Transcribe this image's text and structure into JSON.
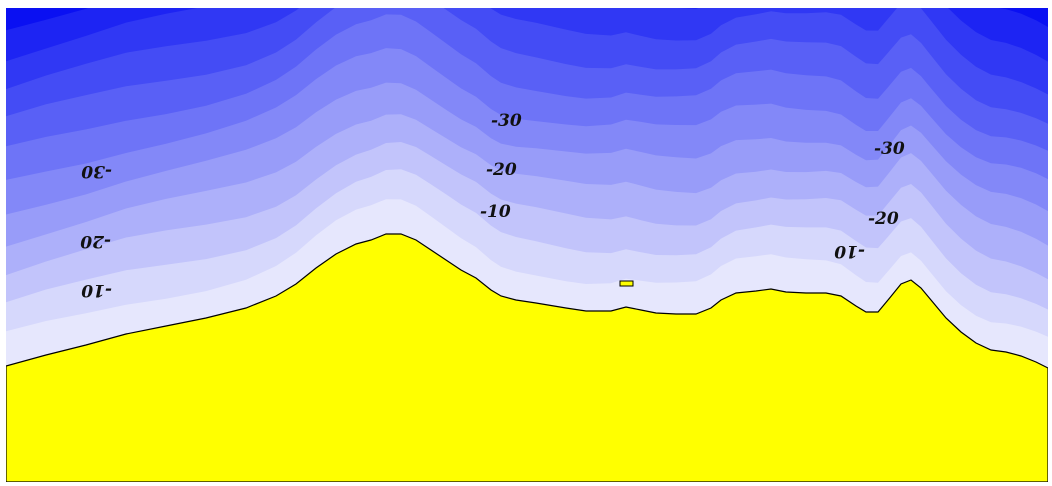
{
  "colors": {
    "bands": [
      "#0a10f2",
      "#1d24f3",
      "#3038f4",
      "#444cf5",
      "#5960f6",
      "#6e74f7",
      "#8388f8",
      "#989cf9",
      "#adb0fa",
      "#c2c4fb",
      "#d6d8fc",
      "#e6e7fd"
    ],
    "land": "#ffff00",
    "outline": "#000000"
  },
  "contour_labels": {
    "center_30": "-30",
    "center_20": "-20",
    "center_10": "-10",
    "right_30": "-30",
    "right_20": "-20",
    "right_10": "-10",
    "left_30": "-30",
    "left_20": "-20",
    "left_10": "-10"
  }
}
